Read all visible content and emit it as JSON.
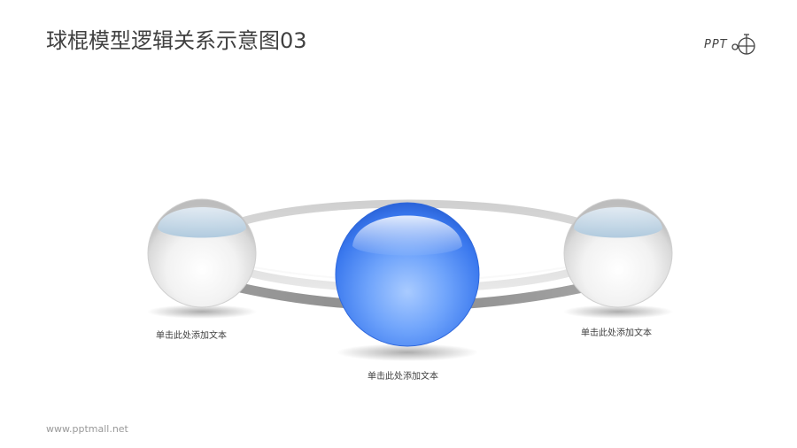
{
  "title": "球棍模型逻辑关系示意图03",
  "logo": {
    "text": "PPT",
    "icon": "ppt-logo-icon"
  },
  "labels": {
    "left": "单击此处添加文本",
    "center": "单击此处添加文本",
    "right": "单击此处添加文本"
  },
  "footer": "www.pptmall.net",
  "colors": {
    "accent": "#3f7ef0",
    "sphere_gray": "#e6e6e6",
    "ring": "#c8c8c8",
    "title": "#404040"
  }
}
